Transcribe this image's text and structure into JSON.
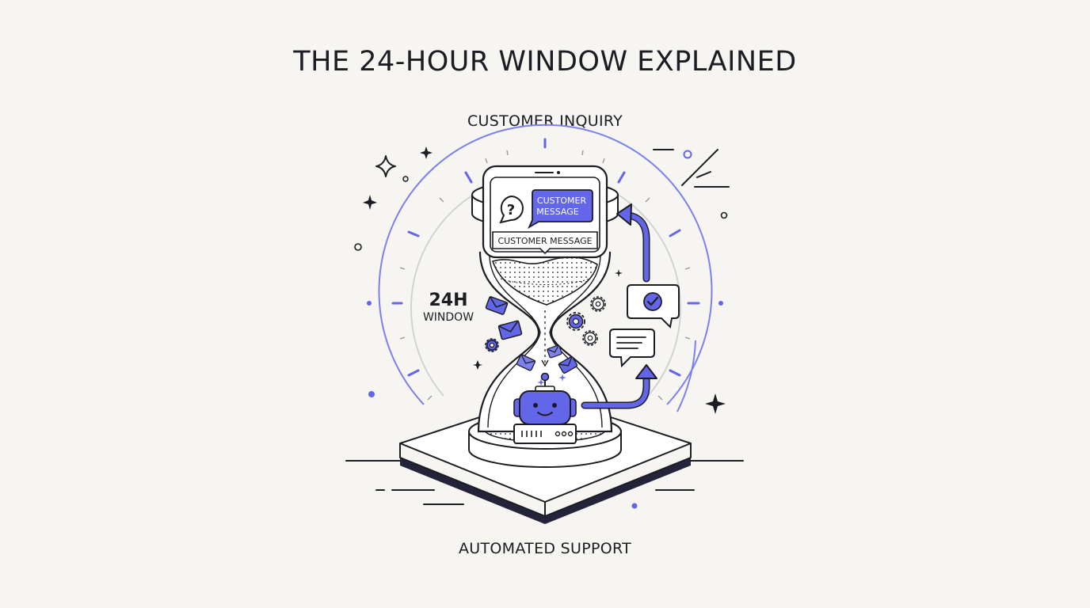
{
  "title": "THE 24-HOUR WINDOW EXPLAINED",
  "labels": {
    "top": "CUSTOMER INQUIRY",
    "bottom": "AUTOMATED SUPPORT",
    "window_value": "24H",
    "window_word": "WINDOW"
  },
  "phone": {
    "bubble_line1": "CUSTOMER",
    "bubble_line2": "MESSAGE",
    "caption": "CUSTOMER MESSAGE",
    "question_mark": "?"
  },
  "icons": [
    "sparkle-icon",
    "envelope-icon",
    "gear-icon",
    "robot-icon",
    "checkmark-chat-icon",
    "text-chat-icon",
    "arrow-up-icon"
  ],
  "colors": {
    "accent": "#6366e8",
    "ink": "#1c1c22",
    "background": "#f6f5f2",
    "accent_light": "#7c80ef"
  }
}
